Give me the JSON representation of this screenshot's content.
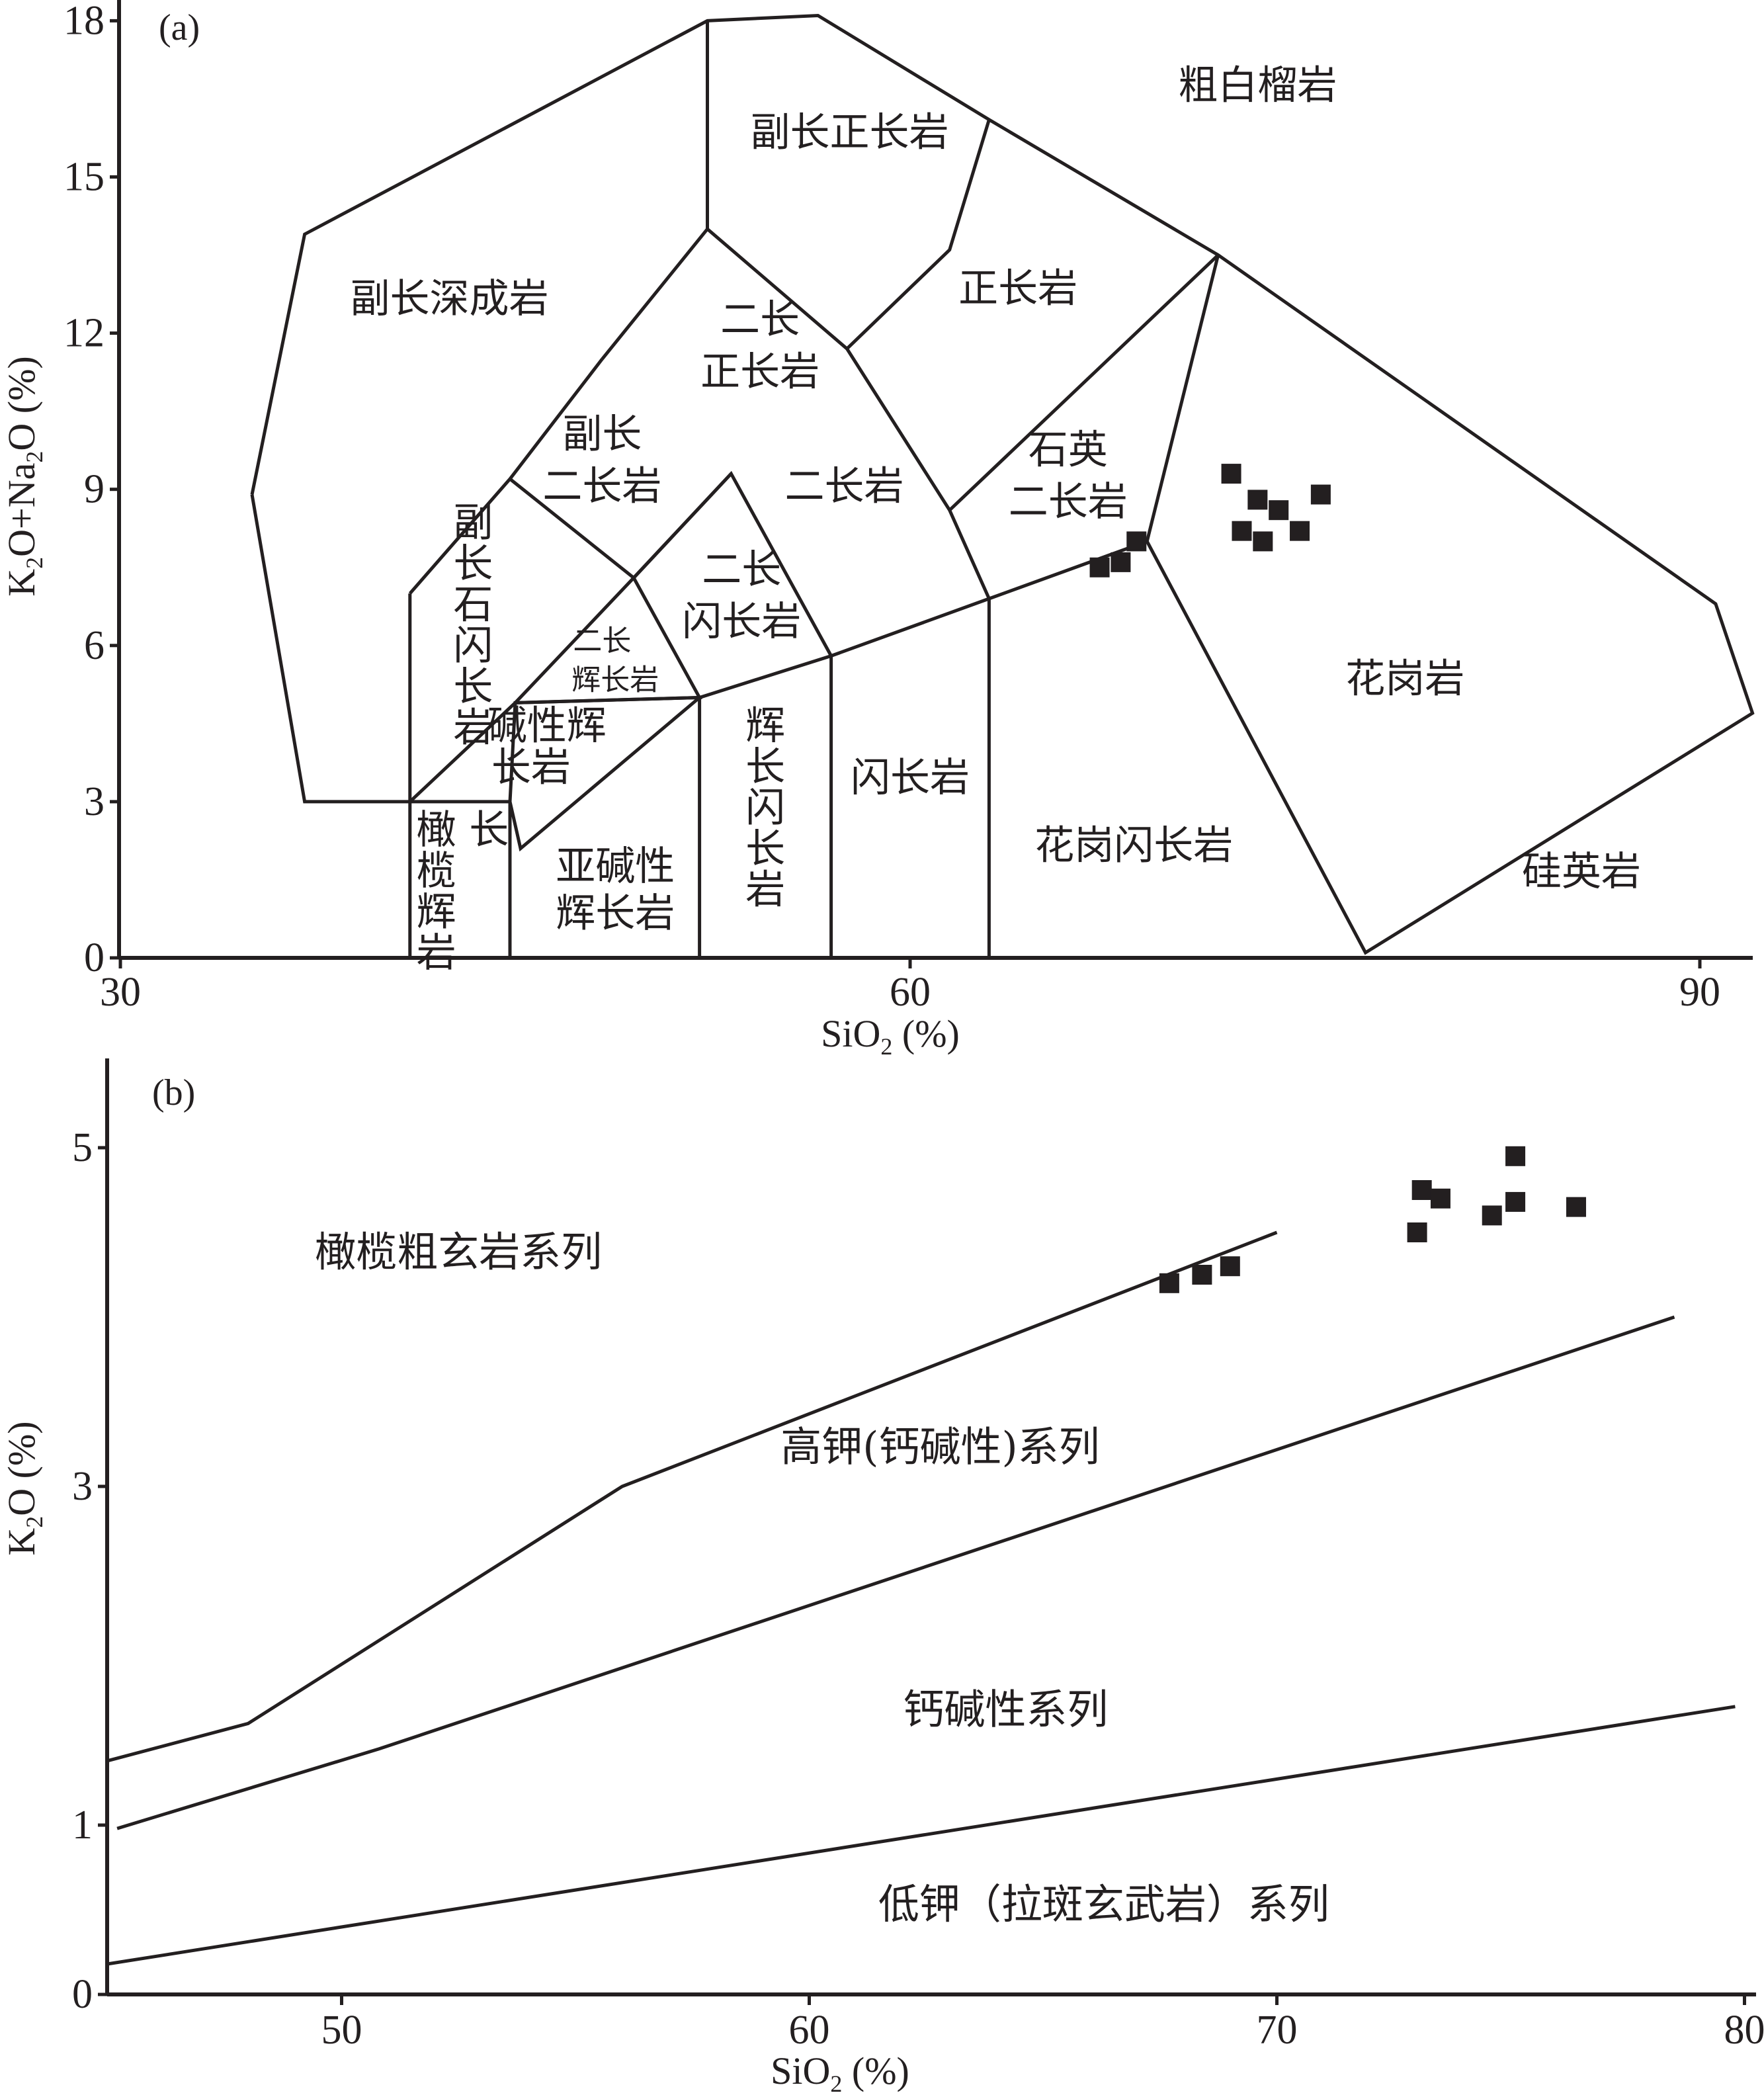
{
  "chart_data": [
    {
      "panel_label": "(a)",
      "type": "scatter",
      "xlabel_main": "SiO",
      "xlabel_sub": "2",
      "xlabel_unit": " (%)",
      "ylabel_a": "K",
      "ylabel_b": "2",
      "ylabel_c": "O+Na",
      "ylabel_d": "2",
      "ylabel_e": "O (%)",
      "xlim": [
        30,
        91
      ],
      "ylim": [
        0,
        18.2
      ],
      "xticks": [
        30,
        60,
        90
      ],
      "yticks": [
        0,
        3,
        6,
        9,
        12,
        15,
        18
      ],
      "field_boundaries": [
        [
          [
            35,
            8.9
          ],
          [
            37,
            13.9
          ],
          [
            52.3,
            18.0
          ],
          [
            56.5,
            18.1
          ],
          [
            63,
            16.1
          ],
          [
            71.7,
            13.5
          ],
          [
            90.6,
            6.8
          ],
          [
            92,
            4.7
          ],
          [
            77.3,
            0.1
          ],
          [
            69,
            8.0
          ],
          [
            63,
            6.9
          ],
          [
            57,
            5.8
          ],
          [
            52,
            5.0
          ],
          [
            45,
            4.9
          ],
          [
            41,
            3.0
          ],
          [
            37,
            3.0
          ],
          [
            35,
            8.9
          ]
        ],
        [
          [
            52.3,
            18.0
          ],
          [
            52.3,
            14.0
          ]
        ],
        [
          [
            63,
            16.1
          ],
          [
            61.5,
            13.6
          ],
          [
            57.6,
            11.7
          ]
        ],
        [
          [
            48.3,
            11.5
          ],
          [
            52.3,
            14.0
          ],
          [
            57.6,
            11.7
          ],
          [
            61.5,
            8.6
          ],
          [
            63,
            6.9
          ]
        ],
        [
          [
            71.7,
            13.5
          ],
          [
            69,
            8.0
          ]
        ],
        [
          [
            71.7,
            13.5
          ],
          [
            61.5,
            8.6
          ]
        ],
        [
          [
            41,
            7.0
          ],
          [
            44.8,
            9.2
          ],
          [
            48.3,
            11.5
          ]
        ],
        [
          [
            44.8,
            9.2
          ],
          [
            49.5,
            7.3
          ],
          [
            53.2,
            9.3
          ]
        ],
        [
          [
            49.5,
            7.3
          ],
          [
            45,
            4.9
          ]
        ],
        [
          [
            41,
            7.0
          ],
          [
            41,
            0
          ]
        ],
        [
          [
            41,
            3.0
          ],
          [
            44.8,
            3.0
          ],
          [
            45,
            4.9
          ],
          [
            52,
            5.0
          ],
          [
            49.5,
            7.3
          ],
          [
            53.2,
            9.3
          ],
          [
            57,
            5.8
          ]
        ],
        [
          [
            44.8,
            3.0
          ],
          [
            45.2,
            2.1
          ],
          [
            52,
            5.0
          ]
        ],
        [
          [
            44.8,
            3.0
          ],
          [
            44.8,
            0
          ]
        ],
        [
          [
            52,
            5.0
          ],
          [
            52,
            0
          ]
        ],
        [
          [
            57,
            5.8
          ],
          [
            57,
            0
          ]
        ],
        [
          [
            63,
            6.9
          ],
          [
            63,
            0
          ]
        ]
      ],
      "field_names": [
        {
          "text": "粗白榴岩",
          "x": 73.2,
          "y": 16.5
        },
        {
          "text": "副长正长岩",
          "x": 57.7,
          "y": 15.6
        },
        {
          "text": "副长深成岩",
          "x": 42.5,
          "y": 12.4
        },
        {
          "text": "正长岩",
          "x": 64.1,
          "y": 12.6
        },
        {
          "text": "二长",
          "x": 54.3,
          "y": 12.0
        },
        {
          "text": "正长岩",
          "x": 54.3,
          "y": 11.0
        },
        {
          "text": "副长",
          "x": 48.3,
          "y": 9.8
        },
        {
          "text": "二长岩",
          "x": 48.3,
          "y": 8.8
        },
        {
          "text": "二长岩",
          "x": 57.5,
          "y": 8.8
        },
        {
          "text": "石英",
          "x": 66.0,
          "y": 9.5
        },
        {
          "text": "二长岩",
          "x": 66.0,
          "y": 8.5
        },
        {
          "text": "二长",
          "x": 53.6,
          "y": 7.2
        },
        {
          "text": "闪长岩",
          "x": 53.6,
          "y": 6.2
        },
        {
          "text": "花岗岩",
          "x": 78.8,
          "y": 5.1
        },
        {
          "text": "闪长岩",
          "x": 60.0,
          "y": 3.2
        },
        {
          "text": "花岗闪长岩",
          "x": 68.5,
          "y": 1.9
        },
        {
          "text": "硅英岩",
          "x": 85.5,
          "y": 1.4
        },
        {
          "text": "亚碱性",
          "x": 48.8,
          "y": 1.5
        },
        {
          "text": "辉长岩",
          "x": 48.8,
          "y": 0.6
        }
      ],
      "field_names_vertical": [
        {
          "text": "副长石闪长岩",
          "x": 43.4,
          "y": 8.1
        },
        {
          "text": "辉长闪长岩",
          "x": 54.5,
          "y": 4.2
        },
        {
          "text": "橄榄辉岩",
          "x": 42.0,
          "y": 2.2
        }
      ],
      "field_names_small": [
        {
          "text": "二长",
          "x": 48.3,
          "y": 5.9
        },
        {
          "text": "辉长岩",
          "x": 48.8,
          "y": 5.15
        }
      ],
      "field_names_extra": [
        {
          "text": "长",
          "x": 44.0,
          "y": 2.2
        },
        {
          "text": "碱性辉",
          "x": 46.2,
          "y": 4.2
        },
        {
          "text": "长岩",
          "x": 45.6,
          "y": 3.4
        }
      ],
      "points": [
        {
          "x": 67.2,
          "y": 7.5
        },
        {
          "x": 68.0,
          "y": 7.6
        },
        {
          "x": 68.6,
          "y": 8.0
        },
        {
          "x": 72.2,
          "y": 9.3
        },
        {
          "x": 73.2,
          "y": 8.8
        },
        {
          "x": 74.0,
          "y": 8.6
        },
        {
          "x": 74.8,
          "y": 8.2
        },
        {
          "x": 75.6,
          "y": 8.9
        },
        {
          "x": 72.6,
          "y": 8.2
        },
        {
          "x": 73.4,
          "y": 8.0
        }
      ]
    },
    {
      "panel_label": "(b)",
      "type": "scatter",
      "xlabel_main": "SiO",
      "xlabel_sub": "2",
      "xlabel_unit": " (%)",
      "ylabel_a": "K",
      "ylabel_b": "2",
      "ylabel_c": "O (%)",
      "xlim": [
        45,
        81
      ],
      "ylim": [
        0,
        5.55
      ],
      "xticks": [
        50,
        60,
        70,
        80
      ],
      "yticks": [
        0,
        1,
        3,
        5
      ],
      "series_boundaries": [
        [
          [
            45,
            1.38
          ],
          [
            48.0,
            1.6
          ],
          [
            56.0,
            3.0
          ],
          [
            70.0,
            4.5
          ]
        ],
        [
          [
            45.2,
            0.98
          ],
          [
            50.8,
            1.45
          ],
          [
            78.5,
            4.0
          ]
        ],
        [
          [
            45,
            0.18
          ],
          [
            79.8,
            1.7
          ]
        ]
      ],
      "series_names": [
        {
          "text": "橄榄粗玄岩系列",
          "x": 52.5,
          "y": 4.3
        },
        {
          "text": "高钾(钙碱性)系列",
          "x": 62.8,
          "y": 3.15
        },
        {
          "text": "钙碱性系列",
          "x": 64.2,
          "y": 1.6
        },
        {
          "text": "低钾（拉斑玄武岩）系列",
          "x": 66.3,
          "y": 0.45
        }
      ],
      "points": [
        {
          "x": 67.7,
          "y": 4.2
        },
        {
          "x": 68.4,
          "y": 4.25
        },
        {
          "x": 69.0,
          "y": 4.3
        },
        {
          "x": 73.0,
          "y": 4.5
        },
        {
          "x": 73.1,
          "y": 4.75
        },
        {
          "x": 73.5,
          "y": 4.7
        },
        {
          "x": 74.6,
          "y": 4.6
        },
        {
          "x": 75.1,
          "y": 4.68
        },
        {
          "x": 75.1,
          "y": 4.95
        },
        {
          "x": 76.4,
          "y": 4.65
        }
      ]
    }
  ]
}
